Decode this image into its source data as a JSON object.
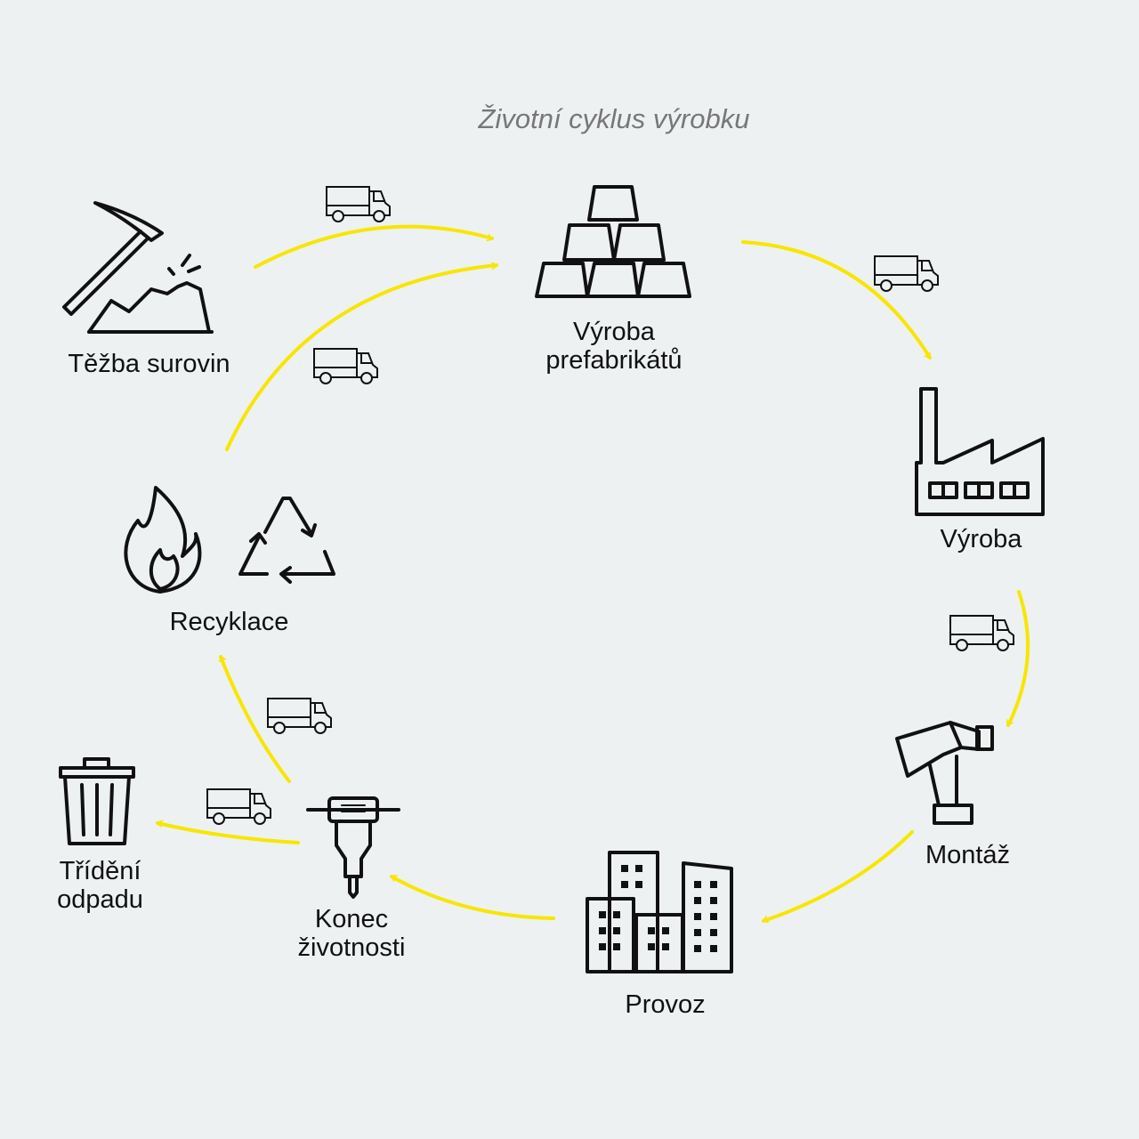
{
  "title": "Životní cyklus výrobku",
  "stages": {
    "extraction": "Těžba surovin",
    "prefab": "Výroba prefabrikátů",
    "production": "Výroba",
    "assembly": "Montáž",
    "operation": "Provoz",
    "end_of_life": "Konec životnosti",
    "waste_sorting": "Třídění odpadu",
    "recycling": "Recyklace"
  },
  "colors": {
    "arrow": "#f7e600",
    "background": "#eef1f2",
    "icon": "#111111"
  }
}
